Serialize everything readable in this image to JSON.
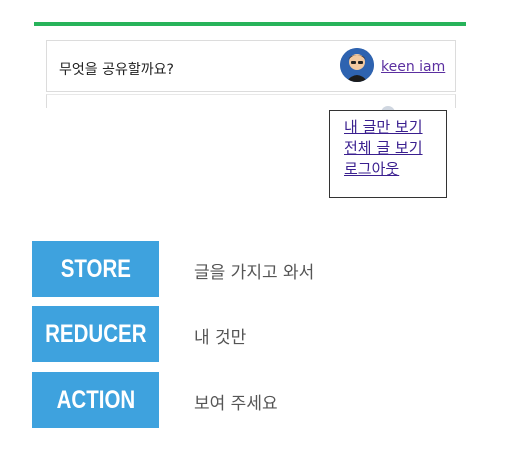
{
  "app": {
    "prompt": "무엇을 공유할까요?",
    "user_name": "keen iam"
  },
  "menu": {
    "items": [
      "내 글만 보기",
      "전체 글 보기",
      "로그아웃"
    ]
  },
  "legend": [
    {
      "tag": "STORE",
      "desc": "글을 가지고 와서"
    },
    {
      "tag": "REDUCER",
      "desc": "내 것만"
    },
    {
      "tag": "ACTION",
      "desc": "보여 주세요"
    }
  ],
  "colors": {
    "accent_bar": "#27b35a",
    "tag_bg": "#3ea2de",
    "link": "#5b2fa0"
  }
}
